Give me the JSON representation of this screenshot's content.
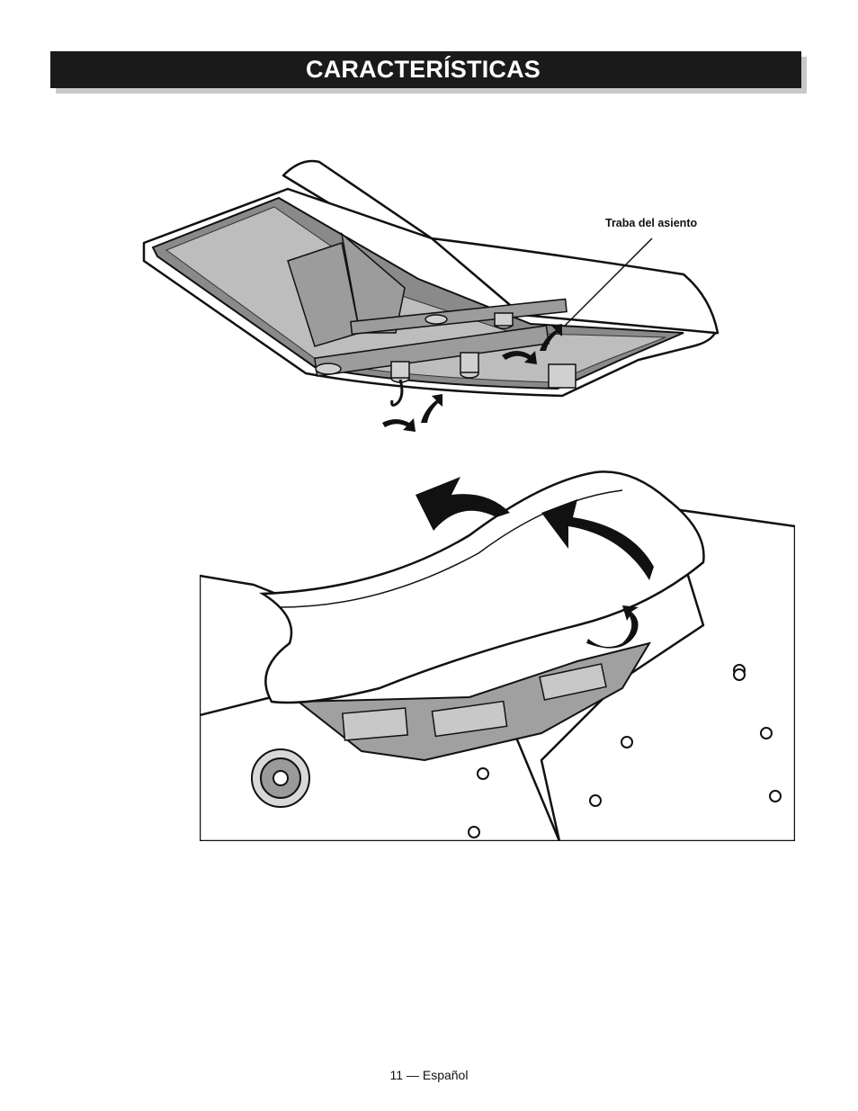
{
  "header": {
    "title": "CARACTERÍSTICAS"
  },
  "figure_top": {
    "callout_label": "Traba del asiento"
  },
  "footer": {
    "page_label": "11 — Español"
  }
}
